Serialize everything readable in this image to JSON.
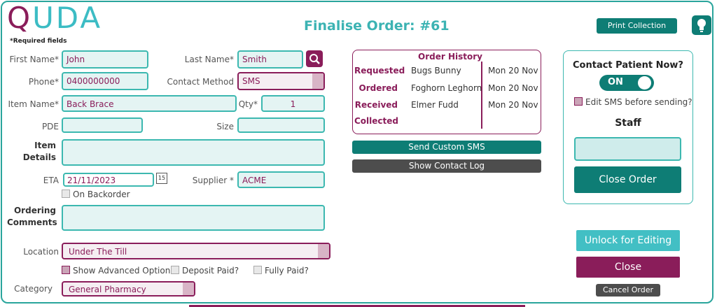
{
  "app": {
    "logo_q": "Q",
    "logo_rest": "UDA",
    "required_note": "*Required fields"
  },
  "header": {
    "title": "Finalise Order: #61",
    "print_label": "Print Collection Sheet"
  },
  "form": {
    "first_name_label": "First Name*",
    "first_name": "John",
    "last_name_label": "Last Name*",
    "last_name": "Smith",
    "phone_label": "Phone*",
    "phone": "0400000000",
    "contact_method_label": "Contact Method",
    "contact_method": "SMS",
    "item_name_label": "Item Name*",
    "item_name": "Back Brace",
    "qty_label": "Qty*",
    "qty": "1",
    "pde_label": "PDE",
    "pde": "",
    "size_label": "Size",
    "size": "",
    "item_details_label_1": "Item",
    "item_details_label_2": "Details",
    "item_details": "",
    "eta_label": "ETA",
    "eta": "21/11/2023",
    "calendar_day": "15",
    "supplier_label": "Supplier *",
    "supplier": "ACME",
    "on_backorder_label": "On Backorder",
    "ordering_comments_label_1": "Ordering",
    "ordering_comments_label_2": "Comments",
    "ordering_comments": "",
    "location_label": "Location",
    "location": "Under The Till",
    "show_advanced_label": "Show Advanced Options",
    "deposit_paid_label": "Deposit Paid?",
    "fully_paid_label": "Fully Paid?",
    "category_label": "Category",
    "category": "General Pharmacy"
  },
  "order_history": {
    "title": "Order History",
    "rows": [
      {
        "label": "Requested",
        "name": "Bugs Bunny",
        "date": "Mon 20 Nov"
      },
      {
        "label": "Ordered",
        "name": "Foghorn Leghorn",
        "date": "Mon 20 Nov"
      },
      {
        "label": "Received",
        "name": "Elmer Fudd",
        "date": "Mon 20 Nov"
      },
      {
        "label": "Collected",
        "name": "",
        "date": ""
      }
    ]
  },
  "actions": {
    "send_sms": "Send Custom SMS",
    "show_log": "Show Contact Log"
  },
  "contact_panel": {
    "title": "Contact Patient Now?",
    "toggle": "ON",
    "edit_sms_label": "Edit SMS before sending?",
    "staff_label": "Staff",
    "staff_value": "",
    "close_order": "Close Order"
  },
  "footer": {
    "unlock": "Unlock for Editing",
    "close": "Close",
    "cancel": "Cancel Order"
  },
  "colors": {
    "teal": "#3cb8b0",
    "plum": "#8a1d5a",
    "dark_teal": "#0e7d75"
  }
}
